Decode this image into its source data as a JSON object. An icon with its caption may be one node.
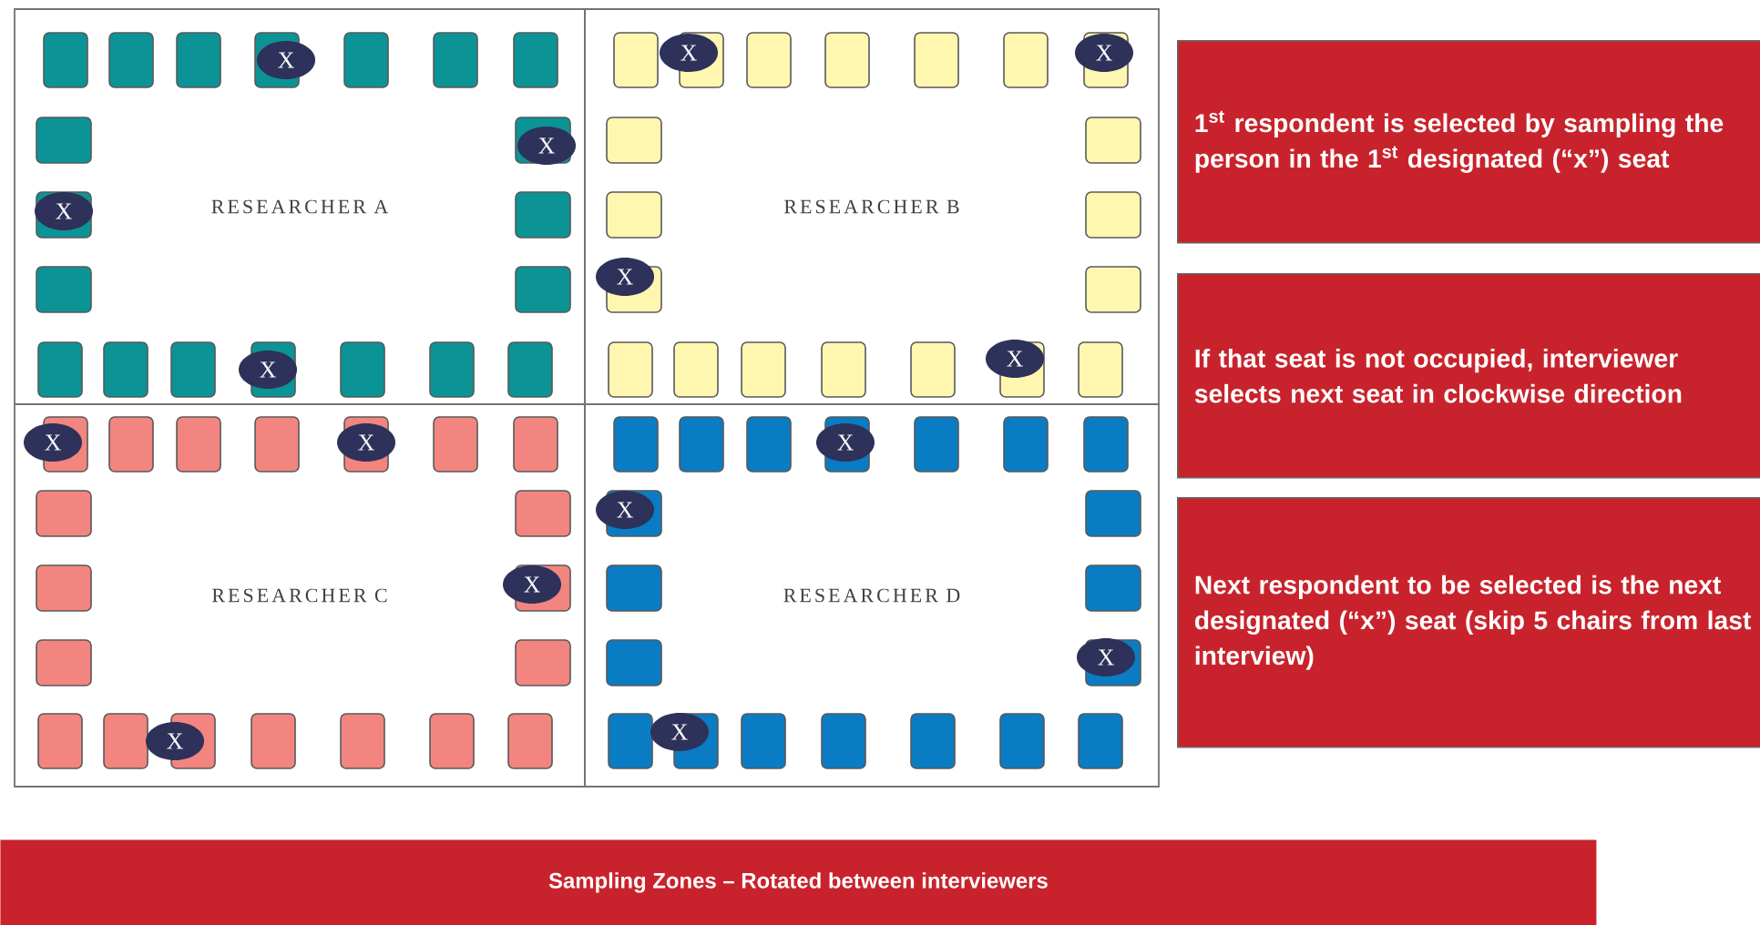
{
  "diagram": {
    "nodes": [
      {
        "text": [
          "RESEARCHER A"
        ]
      },
      {
        "text": [
          "X"
        ],
        "in": 0
      },
      {
        "text": [
          "X"
        ],
        "in": 0
      },
      {
        "text": [
          "X"
        ],
        "in": 0
      },
      {
        "text": [
          "X"
        ],
        "in": 0
      },
      {
        "text": [
          "RESEARCHER B"
        ]
      },
      {
        "text": [
          "X"
        ],
        "in": 5
      },
      {
        "text": [
          "X"
        ],
        "in": 5
      },
      {
        "text": [
          "X"
        ],
        "in": 5
      },
      {
        "text": [
          "X"
        ],
        "in": 5
      },
      {
        "text": [
          "RESEARCHER C"
        ]
      },
      {
        "text": [
          "X"
        ],
        "in": 10
      },
      {
        "text": [
          "X"
        ],
        "in": 10
      },
      {
        "text": [
          "X"
        ],
        "in": 10
      },
      {
        "text": [
          "X"
        ],
        "in": 10
      },
      {
        "text": [
          "RESEARCHER D"
        ]
      },
      {
        "text": [
          "X"
        ],
        "in": 15
      },
      {
        "text": [
          "X"
        ],
        "in": 15
      },
      {
        "text": [
          "X"
        ],
        "in": 15
      },
      {
        "text": [
          "X"
        ],
        "in": 15
      },
      {
        "text": [
          "1$^{st}$ respondent is selected by sampling the person in the 1$^{st}$ designated (“x”) seat"
        ]
      },
      {
        "text": [
          "If that seat is not occupied, interviewer selects next seat in clockwise direction"
        ]
      },
      {
        "text": [
          "Next respondent to be selected is the next designated (“x”) seat (skip 5 chairs from last interview)"
        ]
      },
      {
        "text": [
          "Sampling Zones – Rotated between interviewers"
        ]
      }
    ]
  }
}
